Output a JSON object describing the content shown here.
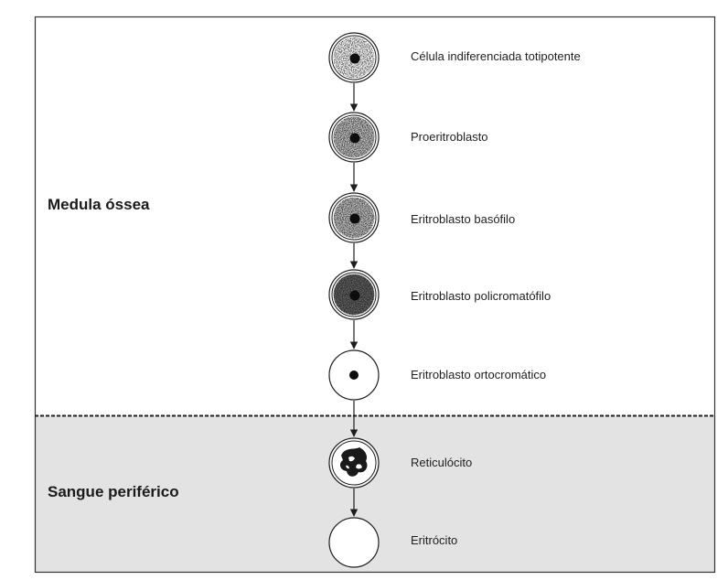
{
  "regions": [
    {
      "id": "bone-marrow",
      "label": "Medula óssea",
      "fill": "#ffffff"
    },
    {
      "id": "peripheral-blood",
      "label": "Sangue periférico",
      "fill": "#e3e3e3"
    }
  ],
  "stages": [
    {
      "id": "totipotent",
      "label": "Célula indiferenciada totipotente",
      "cytoplasm": "light-speckled",
      "nucleus": "dark"
    },
    {
      "id": "proerythroblast",
      "label": "Proeritroblasto",
      "cytoplasm": "medium-speckled",
      "nucleus": "dark"
    },
    {
      "id": "basophilic",
      "label": "Eritroblasto basófilo",
      "cytoplasm": "dense-speckled",
      "nucleus": "dark"
    },
    {
      "id": "polychromatic",
      "label": "Eritroblasto policromatófilo",
      "cytoplasm": "very-dense-speckled",
      "nucleus": "dark"
    },
    {
      "id": "orthochromatic",
      "label": "Eritroblasto ortocromático",
      "cytoplasm": "clear",
      "nucleus": "small-dark"
    },
    {
      "id": "reticulocyte",
      "label": "Reticulócito",
      "cytoplasm": "reticular-network",
      "nucleus": "none"
    },
    {
      "id": "erythrocyte",
      "label": "Eritrócito",
      "cytoplasm": "clear",
      "nucleus": "none"
    }
  ],
  "colors": {
    "border": "#333333",
    "divider": "#222222",
    "cell_outline": "#1e1e1e",
    "ink": "#1a1a1a"
  }
}
